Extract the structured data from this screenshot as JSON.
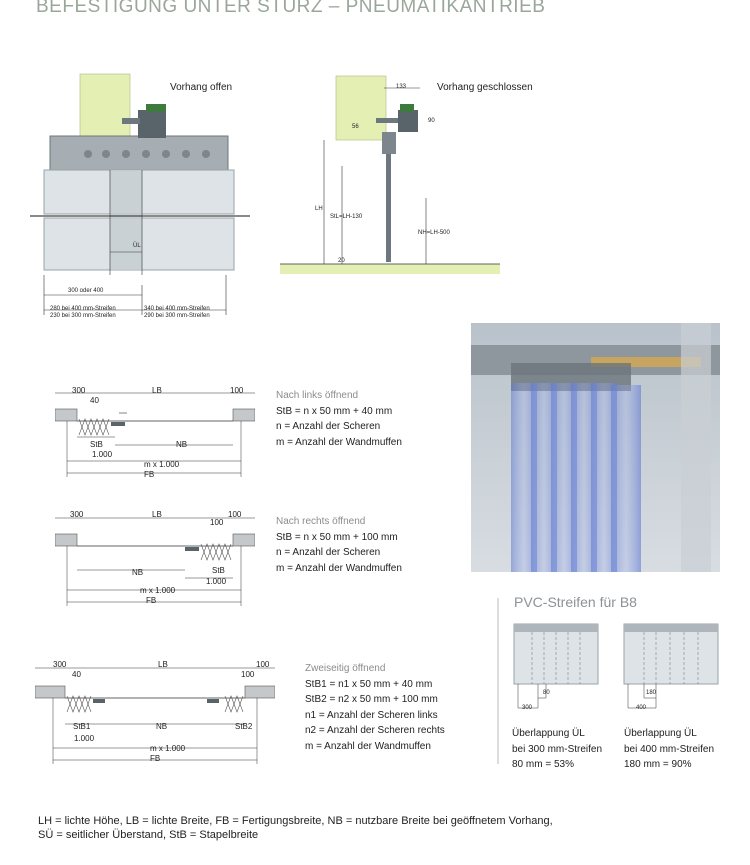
{
  "title": "BEFESTIGUNG UNTER STURZ – PNEUMATIKANTRIEB",
  "top_left": {
    "caption": "Vorhang offen",
    "ul_label": "ÜL",
    "dim_300_400": "300 oder 400",
    "dim_left_1": "280 bei 400 mm-Streifen",
    "dim_left_2": "230 bei 300 mm-Streifen",
    "dim_right_1": "340 bei 400 mm-Streifen",
    "dim_right_2": "290 bei 300 mm-Streifen"
  },
  "top_right": {
    "caption": "Vorhang geschlossen",
    "dim_133": "133",
    "dim_90": "90",
    "dim_56": "56",
    "dim_lh": "LH",
    "dim_stl": "StL=LH-130",
    "dim_nh": "NH=LH-500",
    "dim_20": "20"
  },
  "plan_labels": {
    "d300": "300",
    "d100": "100",
    "d40": "40",
    "lb": "LB",
    "stb": "StB",
    "stb1": "StB1",
    "stb2": "StB2",
    "nb": "NB",
    "d1000": "1.000",
    "mx1000": "m x 1.000",
    "fb": "FB"
  },
  "notes": {
    "left": {
      "heading": "Nach links öffnend",
      "lines": [
        "StB = n x 50 mm + 40 mm",
        "n = Anzahl der Scheren",
        "m = Anzahl der Wandmuffen"
      ]
    },
    "right": {
      "heading": "Nach rechts öffnend",
      "lines": [
        "StB = n x 50 mm + 100 mm",
        "n = Anzahl der Scheren",
        "m = Anzahl der Wandmuffen"
      ]
    },
    "both": {
      "heading": "Zweiseitig öffnend",
      "lines": [
        "StB1 = n1 x 50 mm + 40 mm",
        "StB2 = n2 x 50 mm + 100 mm",
        "n1 = Anzahl der Scheren links",
        "n2 = Anzahl der Scheren rechts",
        "m = Anzahl der Wandmuffen"
      ]
    }
  },
  "pvc": {
    "title": "PVC-Streifen für B8",
    "a": {
      "w": "300",
      "o": "80",
      "cap1": "Überlappung ÜL",
      "cap2": "bei 300 mm-Streifen",
      "cap3": "80 mm = 53%"
    },
    "b": {
      "w": "400",
      "o": "180",
      "cap1": "Überlappung ÜL",
      "cap2": "bei 400 mm-Streifen",
      "cap3": "180 mm = 90%"
    }
  },
  "footer": {
    "line1": "LH = lichte Höhe, LB = lichte Breite, FB = Fertigungsbreite, NB = nutzbare Breite bei geöffnetem Vorhang,",
    "line2": "SÜ = seitlicher Überstand, StB = Stapelbreite"
  },
  "colors": {
    "wall_green": "#e4efb4",
    "curtain": "#dde3e6",
    "rail": "#9da5ab",
    "photo_blue": "#6f86d6"
  }
}
